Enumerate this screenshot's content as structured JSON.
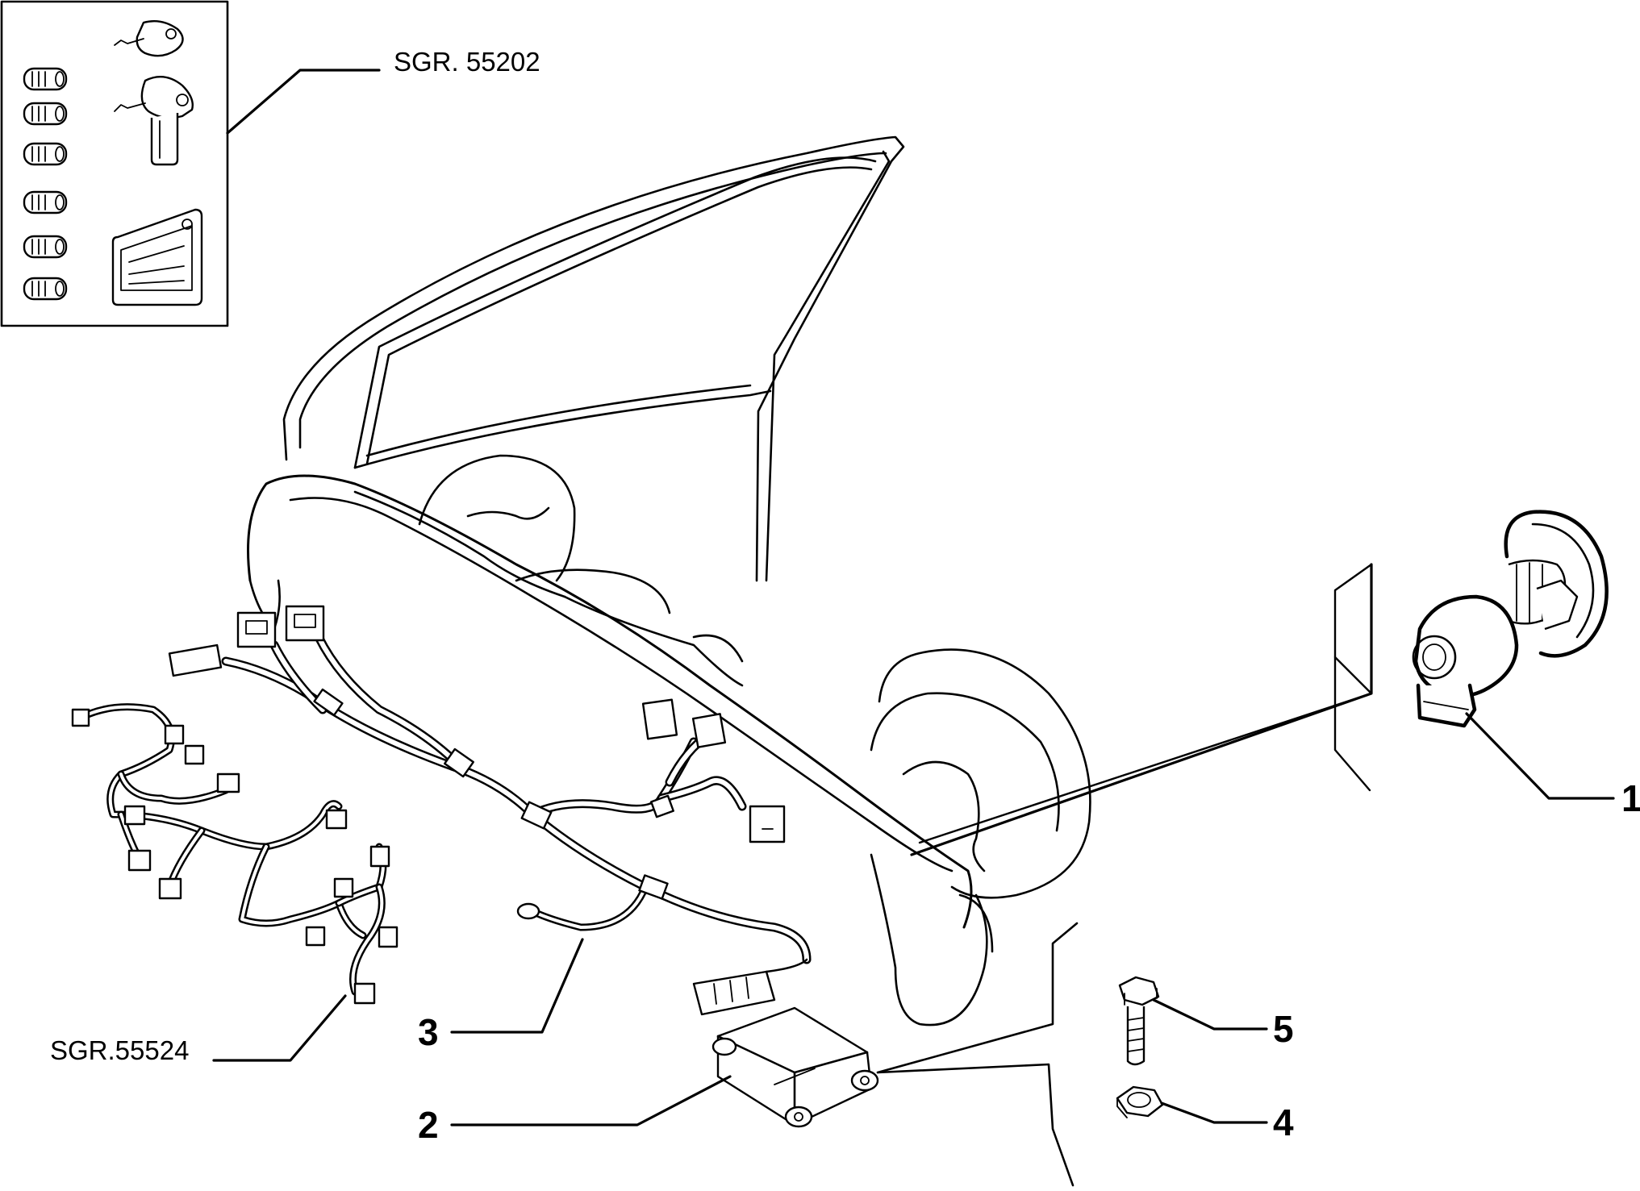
{
  "labels": {
    "sgr_top": "SGR. 55202",
    "sgr_bottom": "SGR.55524",
    "part_1": "1",
    "part_2": "2",
    "part_3": "3",
    "part_4": "4",
    "part_5": "5"
  }
}
